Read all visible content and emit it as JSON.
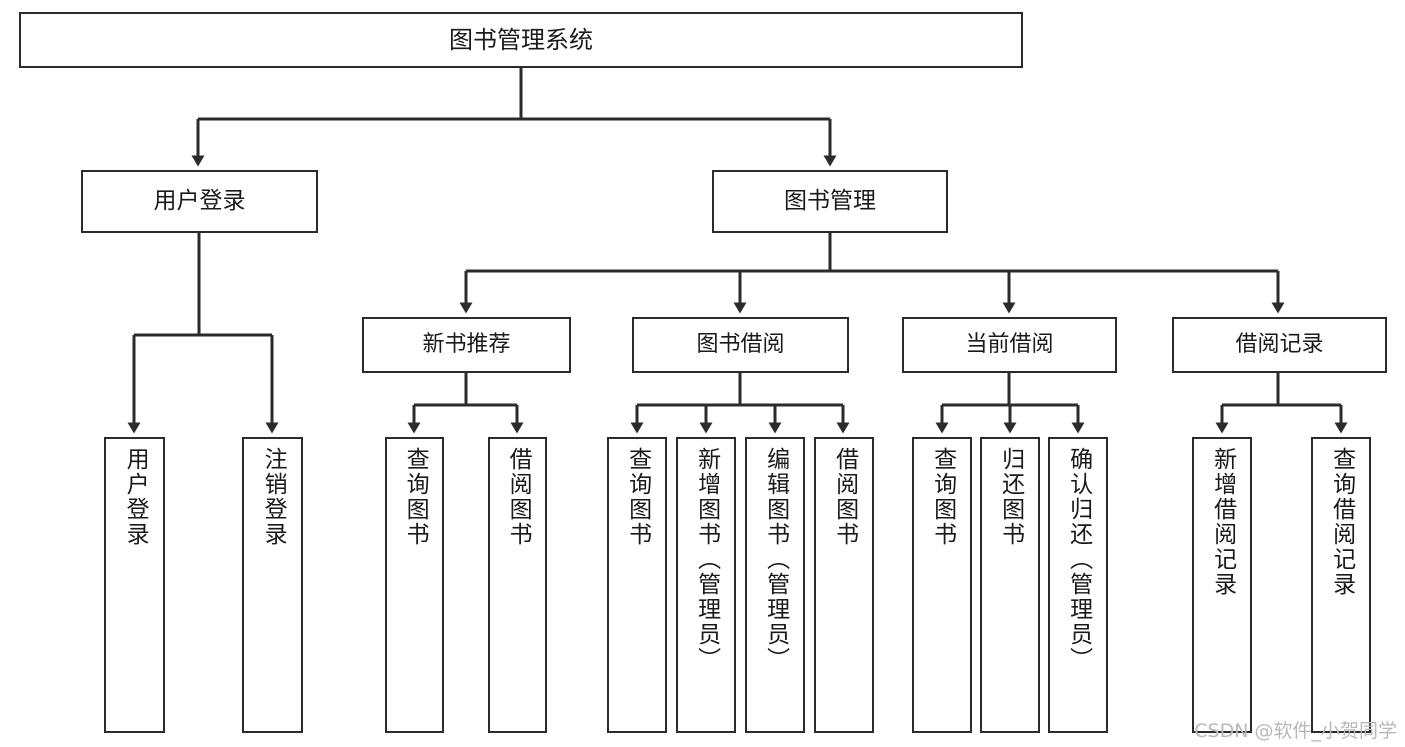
{
  "diagram": {
    "type": "tree-hierarchy",
    "title": "图书管理系统",
    "orientation": "top-down",
    "colors": {
      "box_border": "#2b2b2b",
      "box_fill": "#ffffff",
      "connector": "#2b2b2b",
      "text": "#1a1a1a",
      "watermark": "#b9b9b9"
    },
    "root": {
      "label": "图书管理系统"
    },
    "level1": [
      {
        "label": "用户登录"
      },
      {
        "label": "图书管理"
      }
    ],
    "level2": [
      {
        "label": "新书推荐"
      },
      {
        "label": "图书借阅"
      },
      {
        "label": "当前借阅"
      },
      {
        "label": "借阅记录"
      }
    ],
    "leaves": {
      "user_login": [
        {
          "label": "用户登录"
        },
        {
          "label": "注销登录"
        }
      ],
      "new_book_recommend": [
        {
          "label": "查询图书"
        },
        {
          "label": "借阅图书"
        }
      ],
      "book_borrow": [
        {
          "label": "查询图书"
        },
        {
          "label": "新增图书（管理员）"
        },
        {
          "label": "编辑图书（管理员）"
        },
        {
          "label": "借阅图书"
        }
      ],
      "current_borrow": [
        {
          "label": "查询图书"
        },
        {
          "label": "归还图书"
        },
        {
          "label": "确认归还（管理员）"
        }
      ],
      "borrow_records": [
        {
          "label": "新增借阅记录"
        },
        {
          "label": "查询借阅记录"
        }
      ]
    }
  },
  "watermark": {
    "text": "CSDN @软件_小贺同学"
  }
}
